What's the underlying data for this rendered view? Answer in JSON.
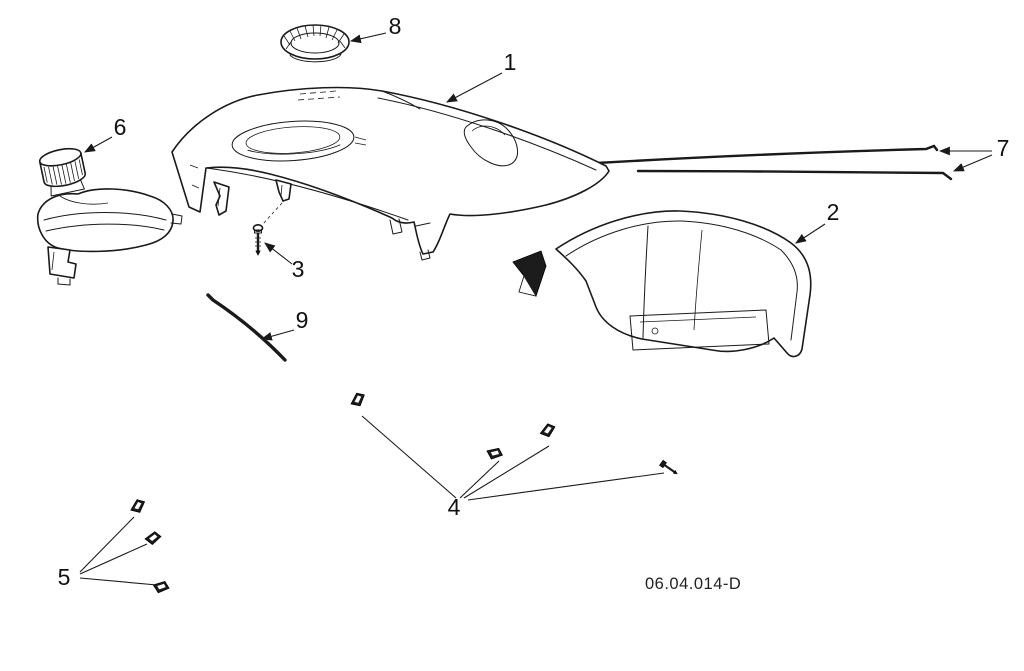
{
  "diagram": {
    "code": "06.04.014-D",
    "callouts": {
      "c1": {
        "label": "1"
      },
      "c2": {
        "label": "2"
      },
      "c3": {
        "label": "3"
      },
      "c4": {
        "label": "4"
      },
      "c5": {
        "label": "5"
      },
      "c6": {
        "label": "6"
      },
      "c7": {
        "label": "7"
      },
      "c8": {
        "label": "8"
      },
      "c9": {
        "label": "9"
      }
    },
    "colors": {
      "line": "#1a1a1a",
      "background": "#ffffff"
    }
  }
}
